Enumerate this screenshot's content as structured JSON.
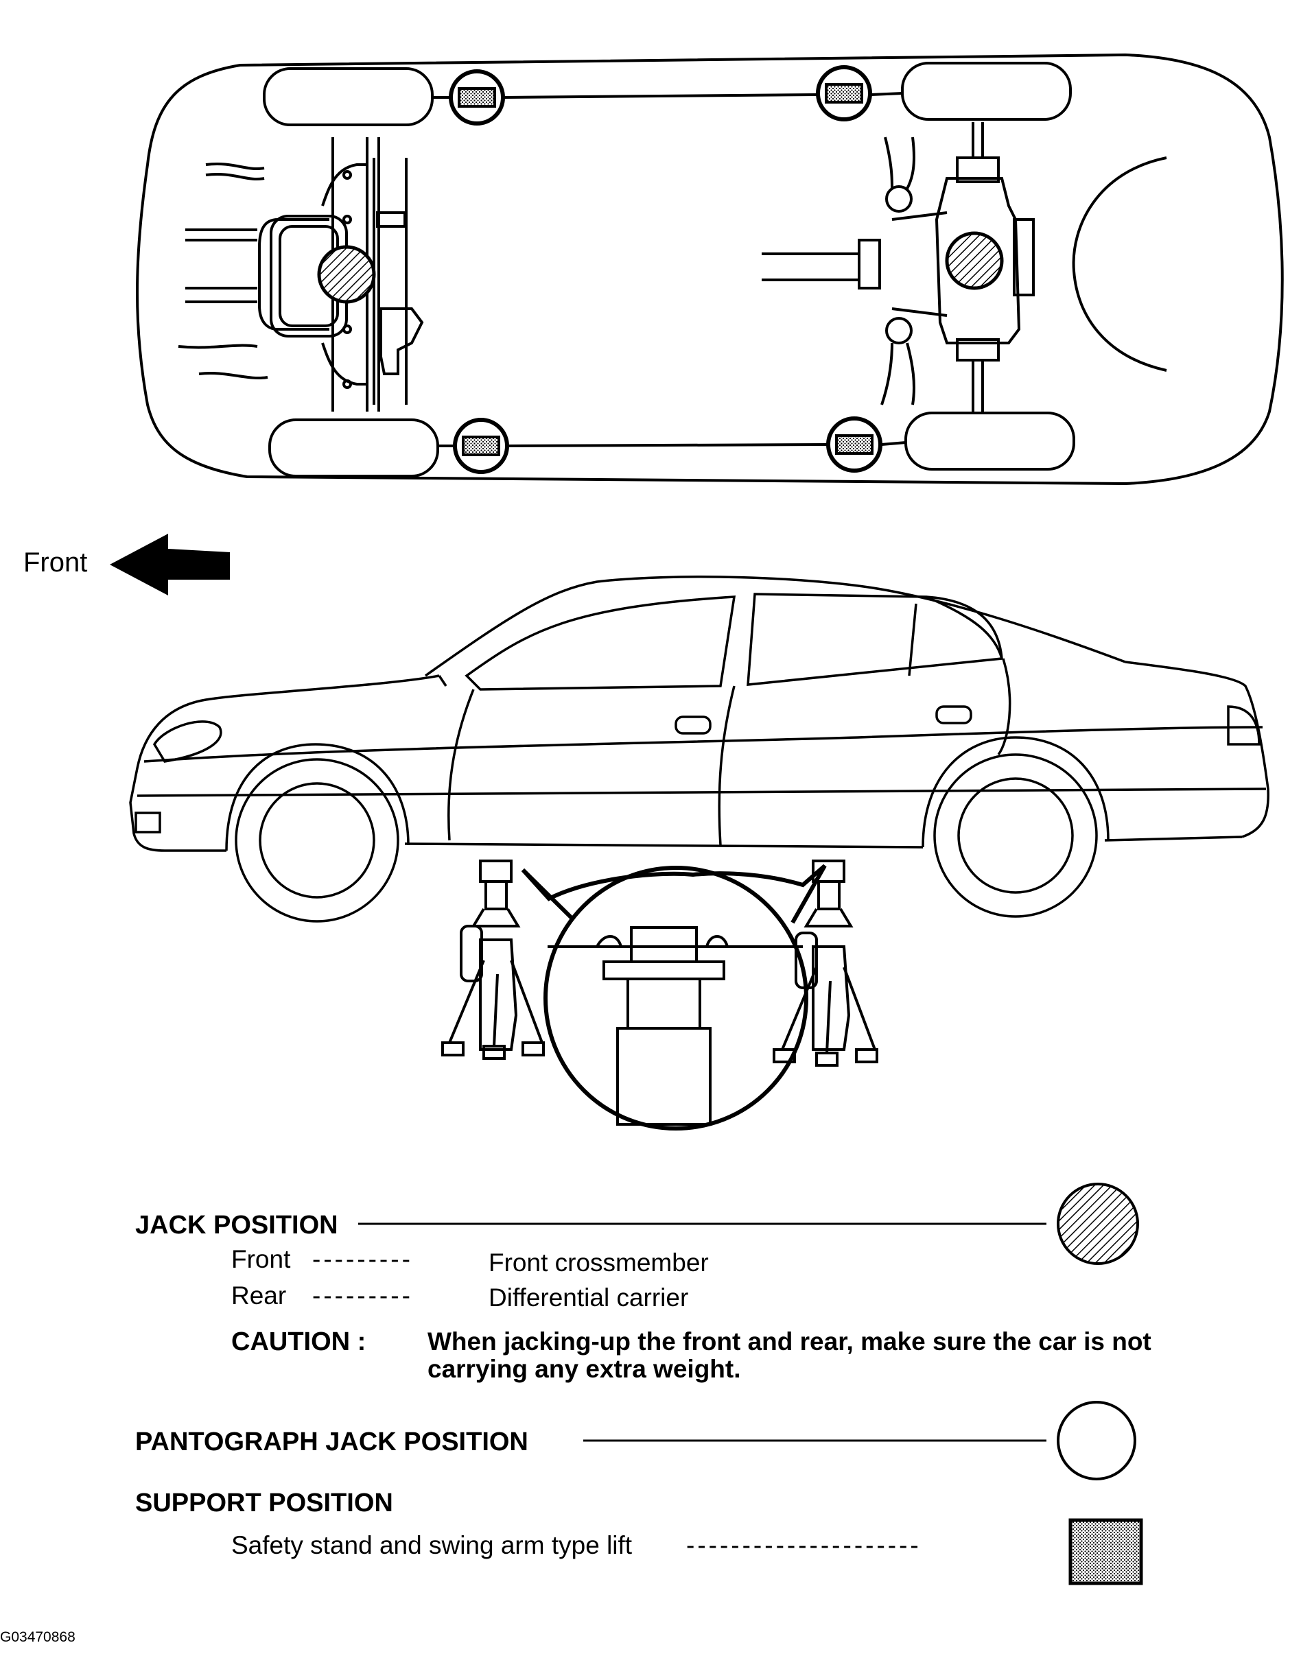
{
  "direction": {
    "label": "Front"
  },
  "legend": {
    "jack_position": {
      "title": "JACK POSITION",
      "rows": [
        {
          "where": "Front",
          "leader": "---------",
          "point": "Front crossmember"
        },
        {
          "where": "Rear",
          "leader": "---------",
          "point": "Differential carrier"
        }
      ],
      "caution_label": "CAUTION :",
      "caution_text": "When jacking-up the front and rear, make sure the car is not carrying any extra weight."
    },
    "pantograph": {
      "title": "PANTOGRAPH JACK POSITION"
    },
    "support": {
      "title": "SUPPORT POSITION",
      "item": "Safety stand and swing arm type lift",
      "leader": "---------------------"
    }
  },
  "figure_code": "G03470868",
  "colors": {
    "line": "#000000",
    "background": "#ffffff"
  }
}
